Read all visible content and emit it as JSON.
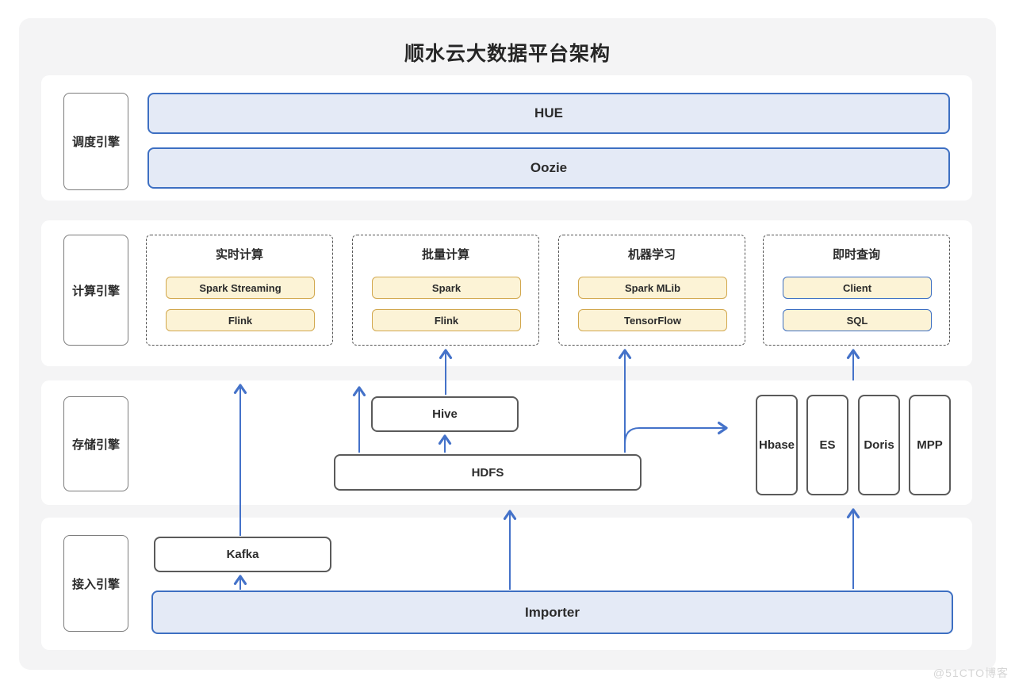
{
  "title": "顺水云大数据平台架构",
  "watermark": "@51CTO博客",
  "colors": {
    "canvas_bg": "#f4f4f5",
    "arrow_blue": "#4472c9",
    "blue_fill": "#e4eaf6",
    "blue_border": "#3d6fc2",
    "yellow_fill": "#fcf3d6",
    "yellow_border": "#d2a84e",
    "node_border": "#5a5a5a"
  },
  "bands": {
    "scheduling": {
      "label": "调度引擎",
      "bars": [
        "HUE",
        "Oozie"
      ]
    },
    "compute": {
      "label": "计算引擎",
      "groups": [
        {
          "title": "实时计算",
          "items": [
            "Spark Streaming",
            "Flink"
          ]
        },
        {
          "title": "批量计算",
          "items": [
            "Spark",
            "Flink"
          ]
        },
        {
          "title": "机器学习",
          "items": [
            "Spark MLib",
            "TensorFlow"
          ]
        },
        {
          "title": "即时查询",
          "items": [
            "Client",
            "SQL"
          ]
        }
      ]
    },
    "storage": {
      "label": "存储引擎",
      "hive": "Hive",
      "hdfs": "HDFS",
      "columns": [
        "Hbase",
        "ES",
        "Doris",
        "MPP"
      ]
    },
    "access": {
      "label": "接入引擎",
      "kafka": "Kafka",
      "importer": "Importer"
    }
  }
}
